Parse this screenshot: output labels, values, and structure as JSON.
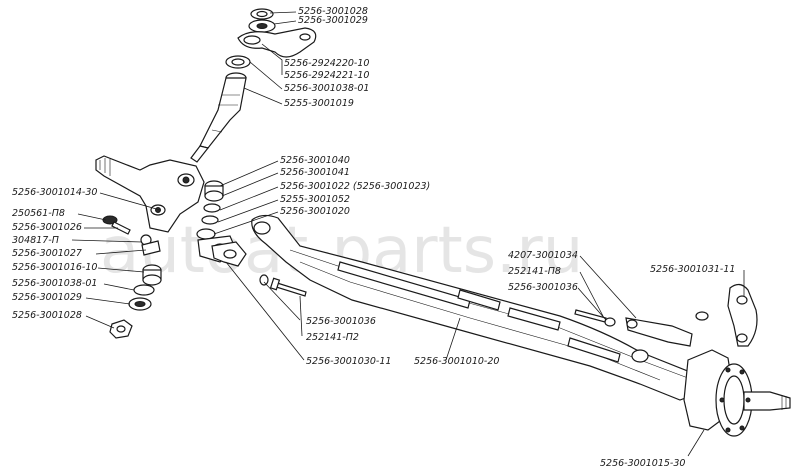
{
  "watermark": "autoat-parts.ru",
  "labels": {
    "p01": "5256-3001028",
    "p02": "5256-3001029",
    "p03": "5256-2924220-10",
    "p04": "5256-2924221-10",
    "p05": "5256-3001038-01",
    "p06": "5255-3001019",
    "p07": "5256-3001040",
    "p08": "5256-3001041",
    "p09": "5256-3001022 (5256-3001023)",
    "p10": "5255-3001052",
    "p11": "5256-3001020",
    "p12": "5256-3001014-30",
    "p13": "250561-П8",
    "p14": "5256-3001026",
    "p15": "304817-П",
    "p16": "5256-3001027",
    "p17": "5256-3001016-10",
    "p18": "5256-3001038-01",
    "p19": "5256-3001029",
    "p20": "5256-3001028",
    "p21": "4207-3001034",
    "p22": "252141-П8",
    "p23": "5256-3001036",
    "p24": "5256-3001031-11",
    "p25": "5256-3001036",
    "p26": "252141-П2",
    "p27": "5256-3001030-11",
    "p28": "5256-3001010-20",
    "p29": "5256-3001015-30"
  }
}
